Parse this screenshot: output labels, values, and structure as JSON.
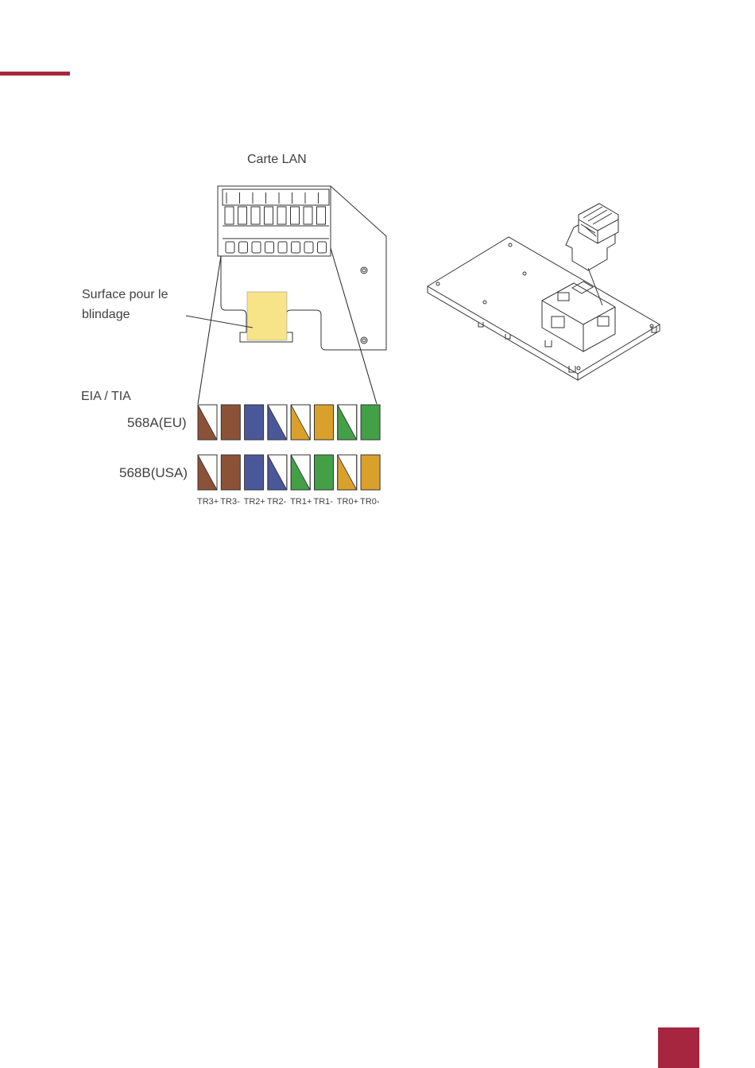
{
  "theme": {
    "accent": "#a6263f",
    "board_fill": "#f7e488"
  },
  "wire_colors": {
    "brown": "#8b5238",
    "blue": "#4a589a",
    "orange": "#d9a12c",
    "green": "#43a047"
  },
  "diagram": {
    "board_title": "Carte LAN",
    "shield_label_line1": "Surface pour le",
    "shield_label_line2": "blindage",
    "standard_title": "EIA / TIA",
    "row_a_label": "568A(EU)",
    "row_b_label": "568B(USA)",
    "row_a_wires": [
      {
        "color": "brown",
        "striped": true
      },
      {
        "color": "brown",
        "striped": false
      },
      {
        "color": "blue",
        "striped": false
      },
      {
        "color": "blue",
        "striped": true
      },
      {
        "color": "orange",
        "striped": true
      },
      {
        "color": "orange",
        "striped": false
      },
      {
        "color": "green",
        "striped": true
      },
      {
        "color": "green",
        "striped": false
      }
    ],
    "row_b_wires": [
      {
        "color": "brown",
        "striped": true
      },
      {
        "color": "brown",
        "striped": false
      },
      {
        "color": "blue",
        "striped": false
      },
      {
        "color": "blue",
        "striped": true
      },
      {
        "color": "green",
        "striped": true
      },
      {
        "color": "green",
        "striped": false
      },
      {
        "color": "orange",
        "striped": true
      },
      {
        "color": "orange",
        "striped": false
      }
    ],
    "pin_labels": [
      "TR3+",
      "TR3-",
      "TR2+",
      "TR2-",
      "TR1+",
      "TR1-",
      "TR0+",
      "TR0-"
    ]
  }
}
